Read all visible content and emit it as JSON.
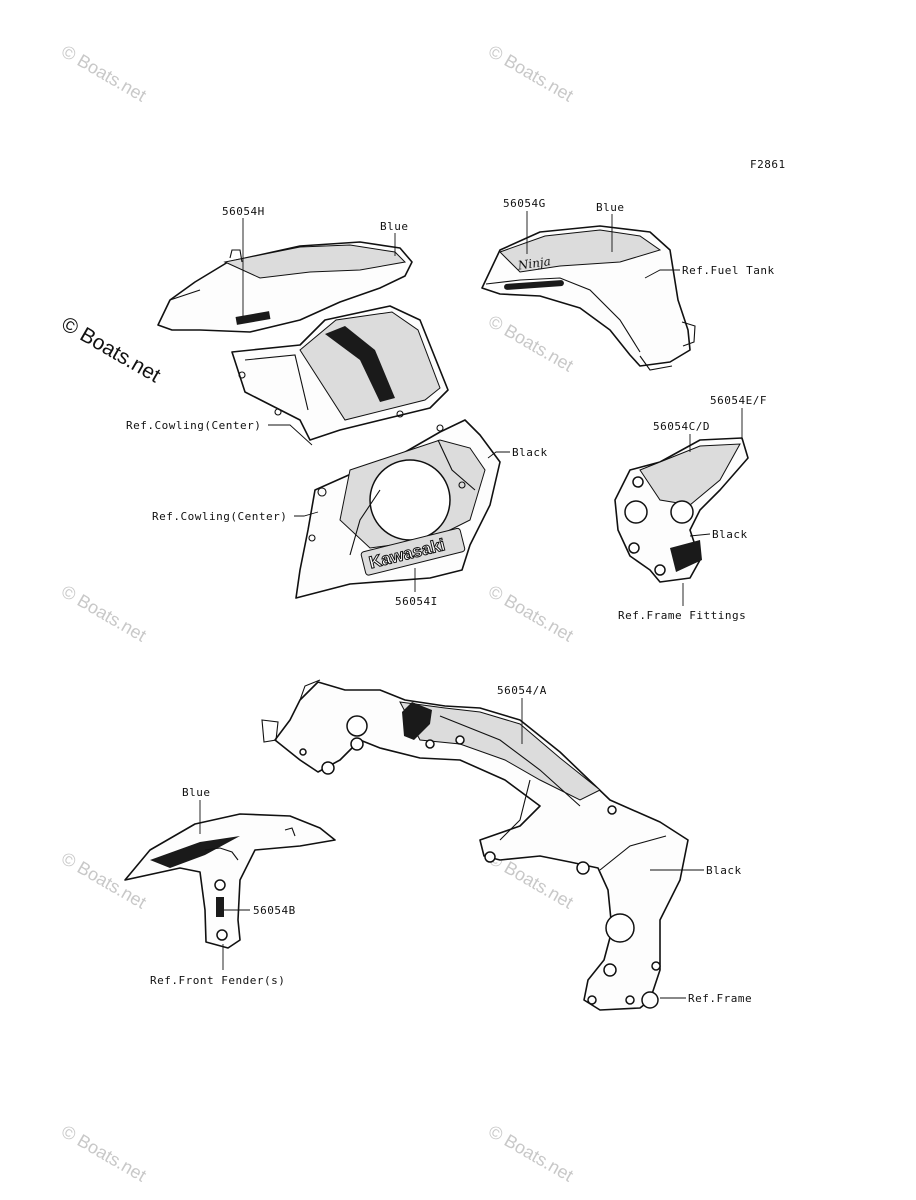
{
  "figure_code": "F2861",
  "watermark": {
    "text": "© Boats.net",
    "prominent_text": "© Boats.net"
  },
  "labels": {
    "part_56054H": "56054H",
    "blue_cowl": "Blue",
    "part_56054G": "56054G",
    "blue_tank": "Blue",
    "ref_fuel_tank": "Ref.Fuel Tank",
    "part_56054EF": "56054E/F",
    "part_56054CD": "56054C/D",
    "black_fitting": "Black",
    "ref_frame_fittings": "Ref.Frame Fittings",
    "ref_cowling_center_upper": "Ref.Cowling(Center)",
    "black_cowl": "Black",
    "ref_cowling_center_lower": "Ref.Cowling(Center)",
    "part_56054I": "56054I",
    "part_56054A": "56054/A",
    "blue_fender": "Blue",
    "part_56054B": "56054B",
    "black_frame": "Black",
    "ref_front_fender": "Ref.Front Fender(s)",
    "ref_frame": "Ref.Frame"
  },
  "decal_text": {
    "kawasaki": "Kawasaki",
    "ninja": "Ninja"
  }
}
